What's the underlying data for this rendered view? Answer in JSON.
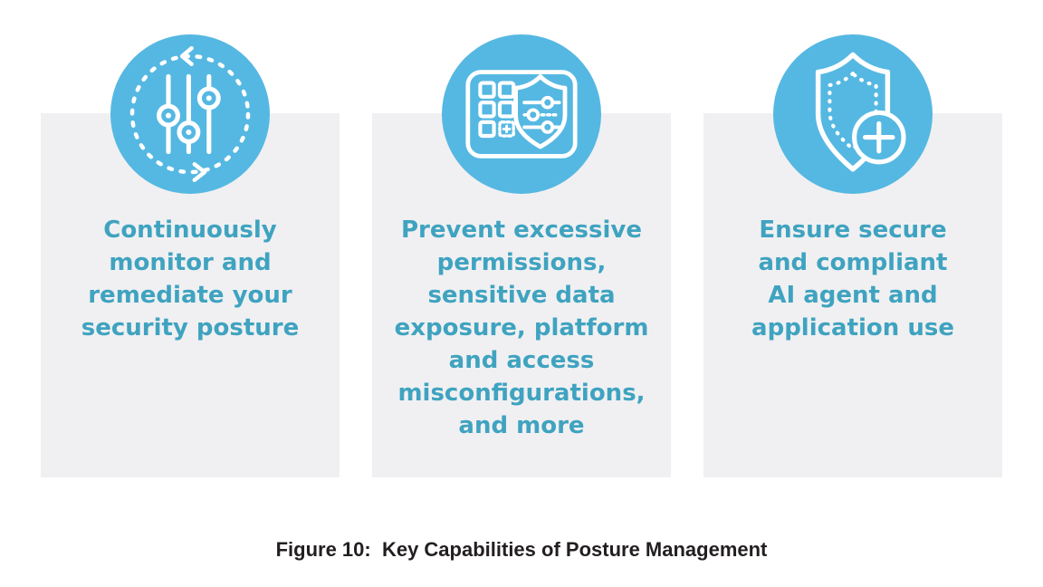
{
  "figure": {
    "caption": "Figure 10:  Key Capabilities of Posture Management",
    "colors": {
      "accent_blue": "#55B8E2",
      "teal_text": "#3FA3C0",
      "card_bg": "#F0F0F2",
      "caption_text": "#231F20"
    },
    "cards": [
      {
        "icon": "sliders-cycle-icon",
        "text": "Continuously\nmonitor and\nremediate your\nsecurity posture"
      },
      {
        "icon": "dashboard-shield-sliders-icon",
        "text": "Prevent excessive\npermissions,\nsensitive data\nexposure, platform\nand access\nmisconfigurations,\nand more"
      },
      {
        "icon": "shield-plus-icon",
        "text": "Ensure secure\nand compliant\nAI agent and\napplication use"
      }
    ]
  }
}
